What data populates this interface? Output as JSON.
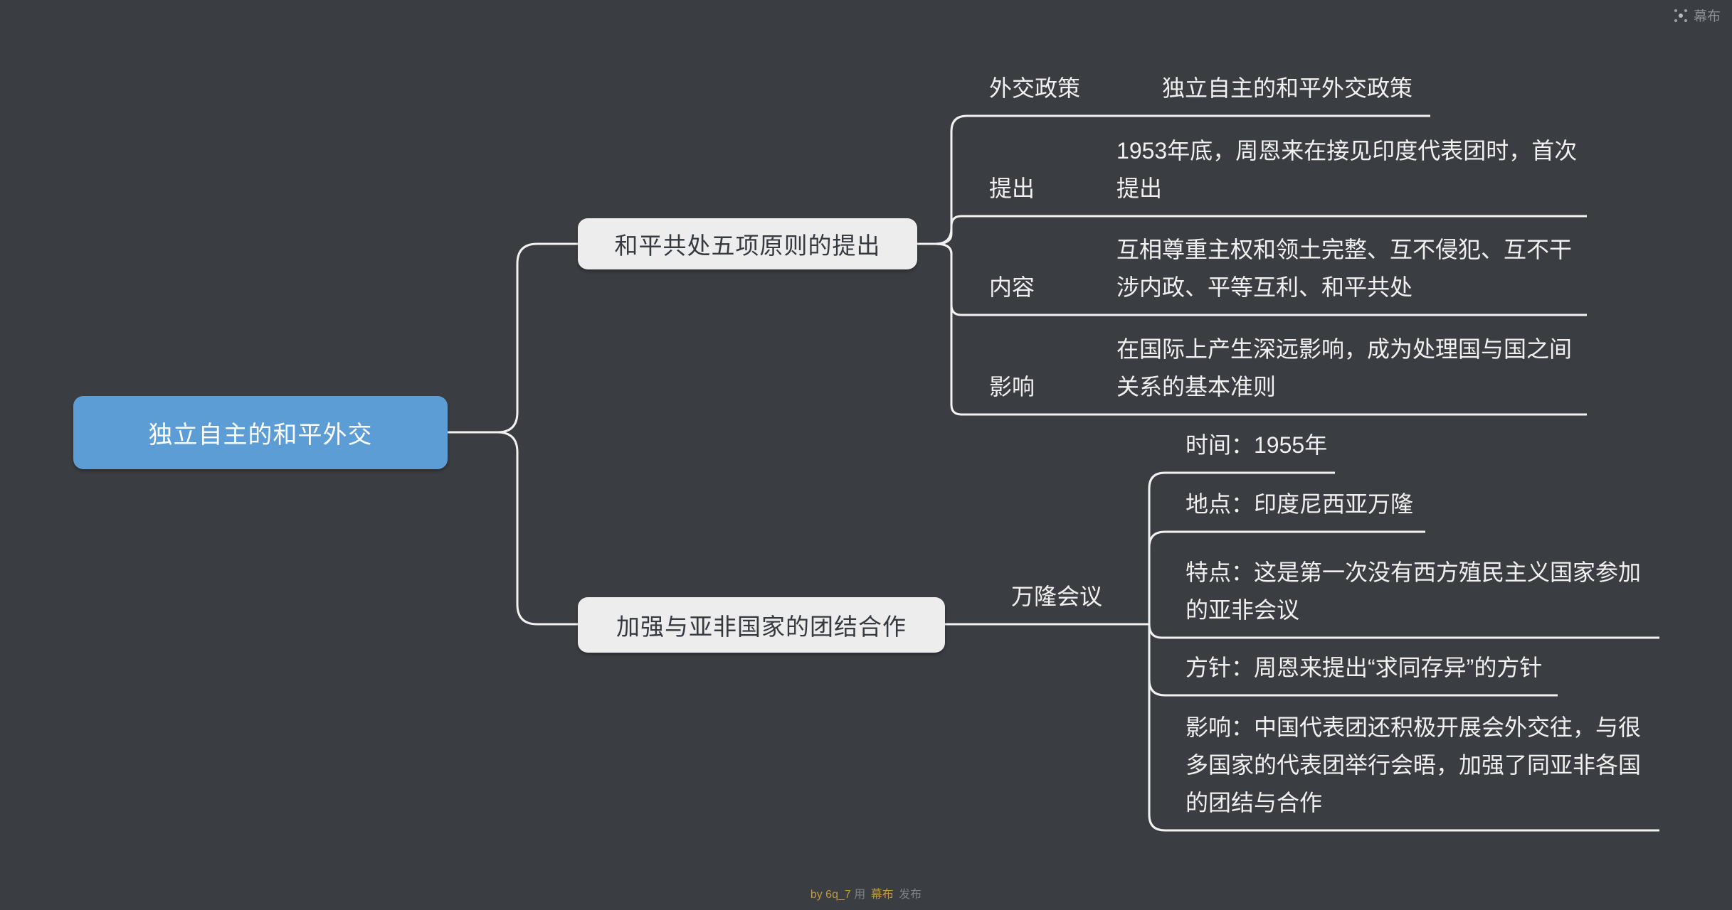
{
  "app": {
    "corner_brand": "幕布",
    "watermark": {
      "by": "by 6q_7",
      "middle": "用",
      "brand": "幕布",
      "suffix": "发布"
    }
  },
  "theme": {
    "background": "#3a3d42",
    "line_color": "#f2f2f2",
    "root_fill": "#5d9dd5",
    "root_text_color": "#ffffff",
    "branch_box_fill": "#ededed",
    "branch_box_text_color": "#343a40",
    "text_color": "#f0f0f0",
    "watermark_gold": "#c09a4a",
    "corner_text_color": "#8b8e93"
  },
  "mindmap": {
    "root": {
      "label": "独立自主的和平外交"
    },
    "branches": [
      {
        "label": "和平共处五项原则的提出",
        "children": [
          {
            "label": "外交政策",
            "content": "独立自主的和平外交政策"
          },
          {
            "label": "提出",
            "content": "1953年底，周恩来在接见印度代表团时，首次提出"
          },
          {
            "label": "内容",
            "content": "互相尊重主权和领土完整、互不侵犯、互不干涉内政、平等互利、和平共处"
          },
          {
            "label": "影响",
            "content": "在国际上产生深远影响，成为处理国与国之间关系的基本准则"
          }
        ]
      },
      {
        "label": "加强与亚非国家的团结合作",
        "children": [
          {
            "label": "万隆会议",
            "children": [
              {
                "content": "时间：1955年"
              },
              {
                "content": "地点：印度尼西亚万隆"
              },
              {
                "content": "特点：这是第一次没有西方殖民主义国家参加的亚非会议"
              },
              {
                "content": "方针：周恩来提出“求同存异”的方针"
              },
              {
                "content": "影响：中国代表团还积极开展会外交往，与很多国家的代表团举行会晤，加强了同亚非各国的团结与合作"
              }
            ]
          }
        ]
      }
    ]
  }
}
